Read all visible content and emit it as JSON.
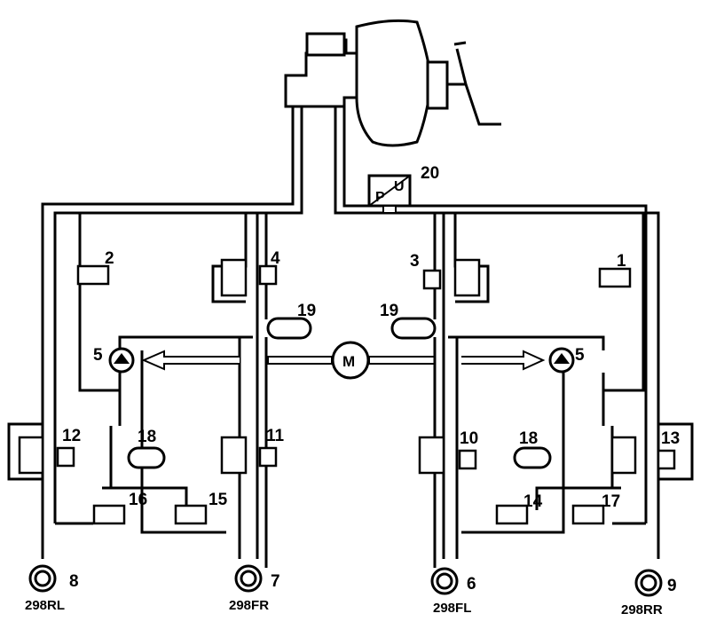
{
  "labels": {
    "n1": "1",
    "n2": "2",
    "n3": "3",
    "n4": "4",
    "n5a": "5",
    "n5b": "5",
    "n6": "6",
    "n7": "7",
    "n8": "8",
    "n9": "9",
    "n10": "10",
    "n11": "11",
    "n12": "12",
    "n13": "13",
    "n14": "14",
    "n15": "15",
    "n16": "16",
    "n17": "17",
    "n18a": "18",
    "n18b": "18",
    "n19a": "19",
    "n19b": "19",
    "n20": "20"
  },
  "wheels": {
    "rl": "298RL",
    "fr": "298FR",
    "fl": "298FL",
    "rr": "298RR"
  },
  "sensor": {
    "p": "P",
    "u": "U"
  },
  "motor": {
    "m": "M"
  },
  "colors": {
    "line": "#000000",
    "background": "#ffffff"
  }
}
